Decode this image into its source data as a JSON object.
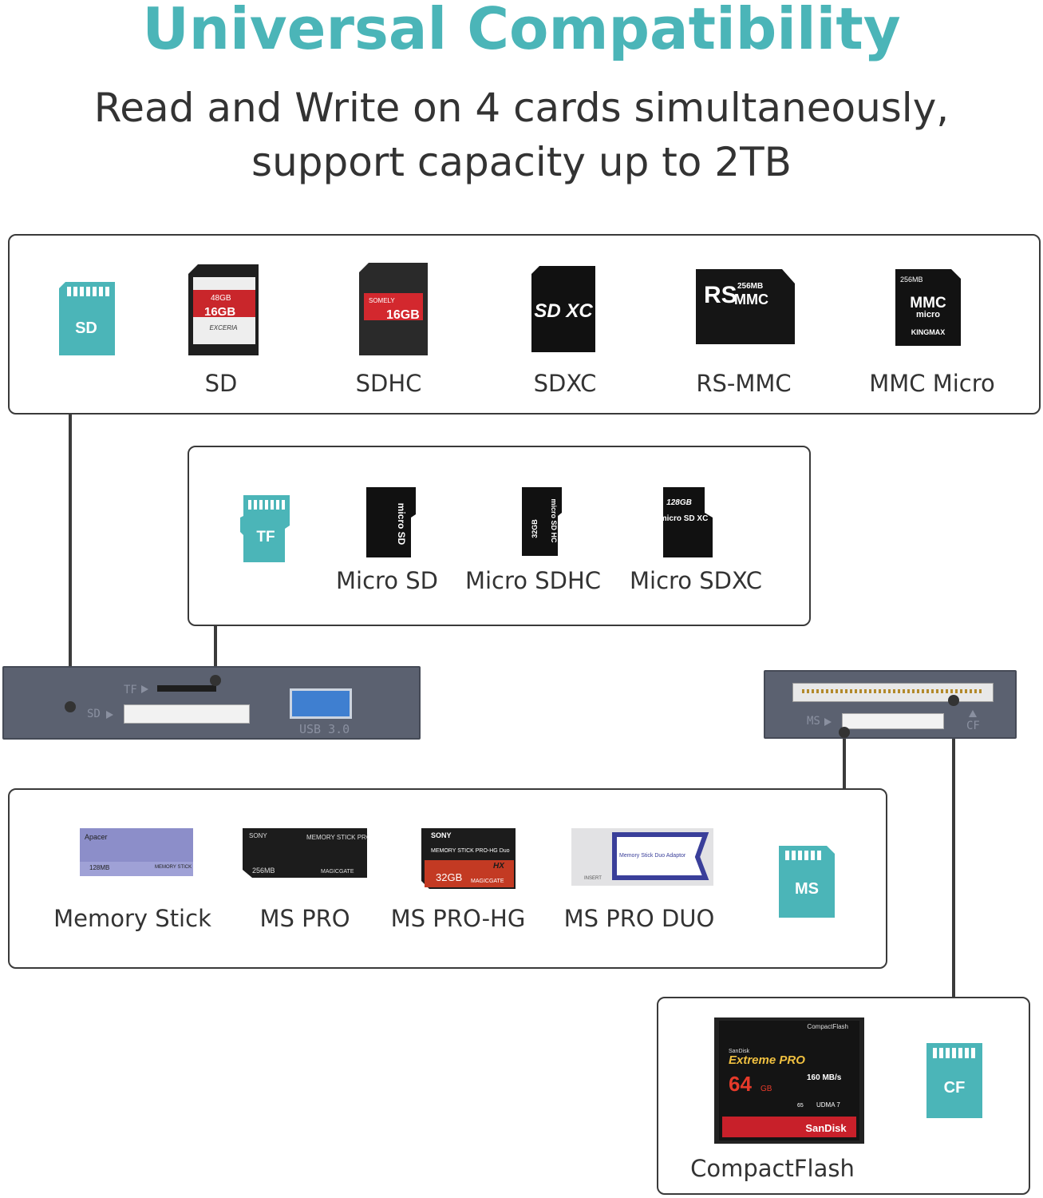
{
  "heading": {
    "title": "Universal Compatibility",
    "subtitle_line1": "Read and Write on 4 cards simultaneously,",
    "subtitle_line2": "support capacity up to 2TB"
  },
  "colors": {
    "accent": "#4bb5b8",
    "text": "#333333",
    "reader_body": "#5b6170",
    "usb_blue": "#3f7fd0"
  },
  "sd_group": {
    "badge": "SD",
    "cards": [
      {
        "label": "SD",
        "icon": "sd-card-icon",
        "print_top": "48GB",
        "print_size": "16GB",
        "print_brand": "EXCERIA"
      },
      {
        "label": "SDHC",
        "icon": "sdhc-card-icon",
        "print_brand": "SOMELY",
        "print_size": "16GB"
      },
      {
        "label": "SDXC",
        "icon": "sdxc-card-icon",
        "print_logo": "SD XC"
      },
      {
        "label": "RS-MMC",
        "icon": "rs-mmc-card-icon",
        "print_logo": "RS",
        "print_sub": "256MB",
        "print_mmc": "MMC"
      },
      {
        "label": "MMC Micro",
        "icon": "mmc-micro-card-icon",
        "print_top": "256MB",
        "print_logo": "MMC",
        "print_sub": "micro",
        "print_brand": "KINGMAX"
      }
    ]
  },
  "tf_group": {
    "badge": "TF",
    "cards": [
      {
        "label": "Micro SD",
        "icon": "microsd-card-icon",
        "print_logo": "micro SD"
      },
      {
        "label": "Micro SDHC",
        "icon": "microsdhc-card-icon",
        "print_logo": "micro SD HC",
        "print_size": "32GB"
      },
      {
        "label": "Micro SDXC",
        "icon": "microsdxc-card-icon",
        "print_size": "128GB",
        "print_logo": "micro SD XC"
      }
    ]
  },
  "reader_left": {
    "tf_label": "TF",
    "sd_label": "SD",
    "usb_label": "USB 3.0"
  },
  "reader_right": {
    "ms_label": "MS",
    "cf_label": "CF"
  },
  "ms_group": {
    "badge": "MS",
    "cards": [
      {
        "label": "Memory Stick",
        "icon": "memory-stick-icon",
        "print_brand": "Apacer",
        "print_size": "128MB",
        "print_name": "MEMORY STICK"
      },
      {
        "label": "MS PRO",
        "icon": "ms-pro-icon",
        "print_brand": "SONY",
        "print_name": "MEMORY STICK PRO",
        "print_size": "256MB",
        "print_sub": "MAGICGATE"
      },
      {
        "label": "MS PRO-HG",
        "icon": "ms-pro-hg-icon",
        "print_brand": "SONY",
        "print_name": "MEMORY STICK PRO-HG Duo",
        "print_hx": "HX",
        "print_size": "32GB",
        "print_sub": "MAGICGATE"
      },
      {
        "label": "MS PRO DUO",
        "icon": "ms-pro-duo-icon",
        "print_name": "Memory Stick Duo Adaptor",
        "print_sub": "INSERT"
      }
    ]
  },
  "cf_group": {
    "badge": "CF",
    "cards": [
      {
        "label": "CompactFlash",
        "icon": "compactflash-card-icon",
        "print_top": "CompactFlash",
        "print_brand": "SanDisk",
        "print_name": "Extreme PRO",
        "print_size": "64",
        "print_unit": "GB",
        "print_speed": "160 MB/s",
        "print_udma": "UDMA 7",
        "print_vpg": "65"
      }
    ]
  }
}
